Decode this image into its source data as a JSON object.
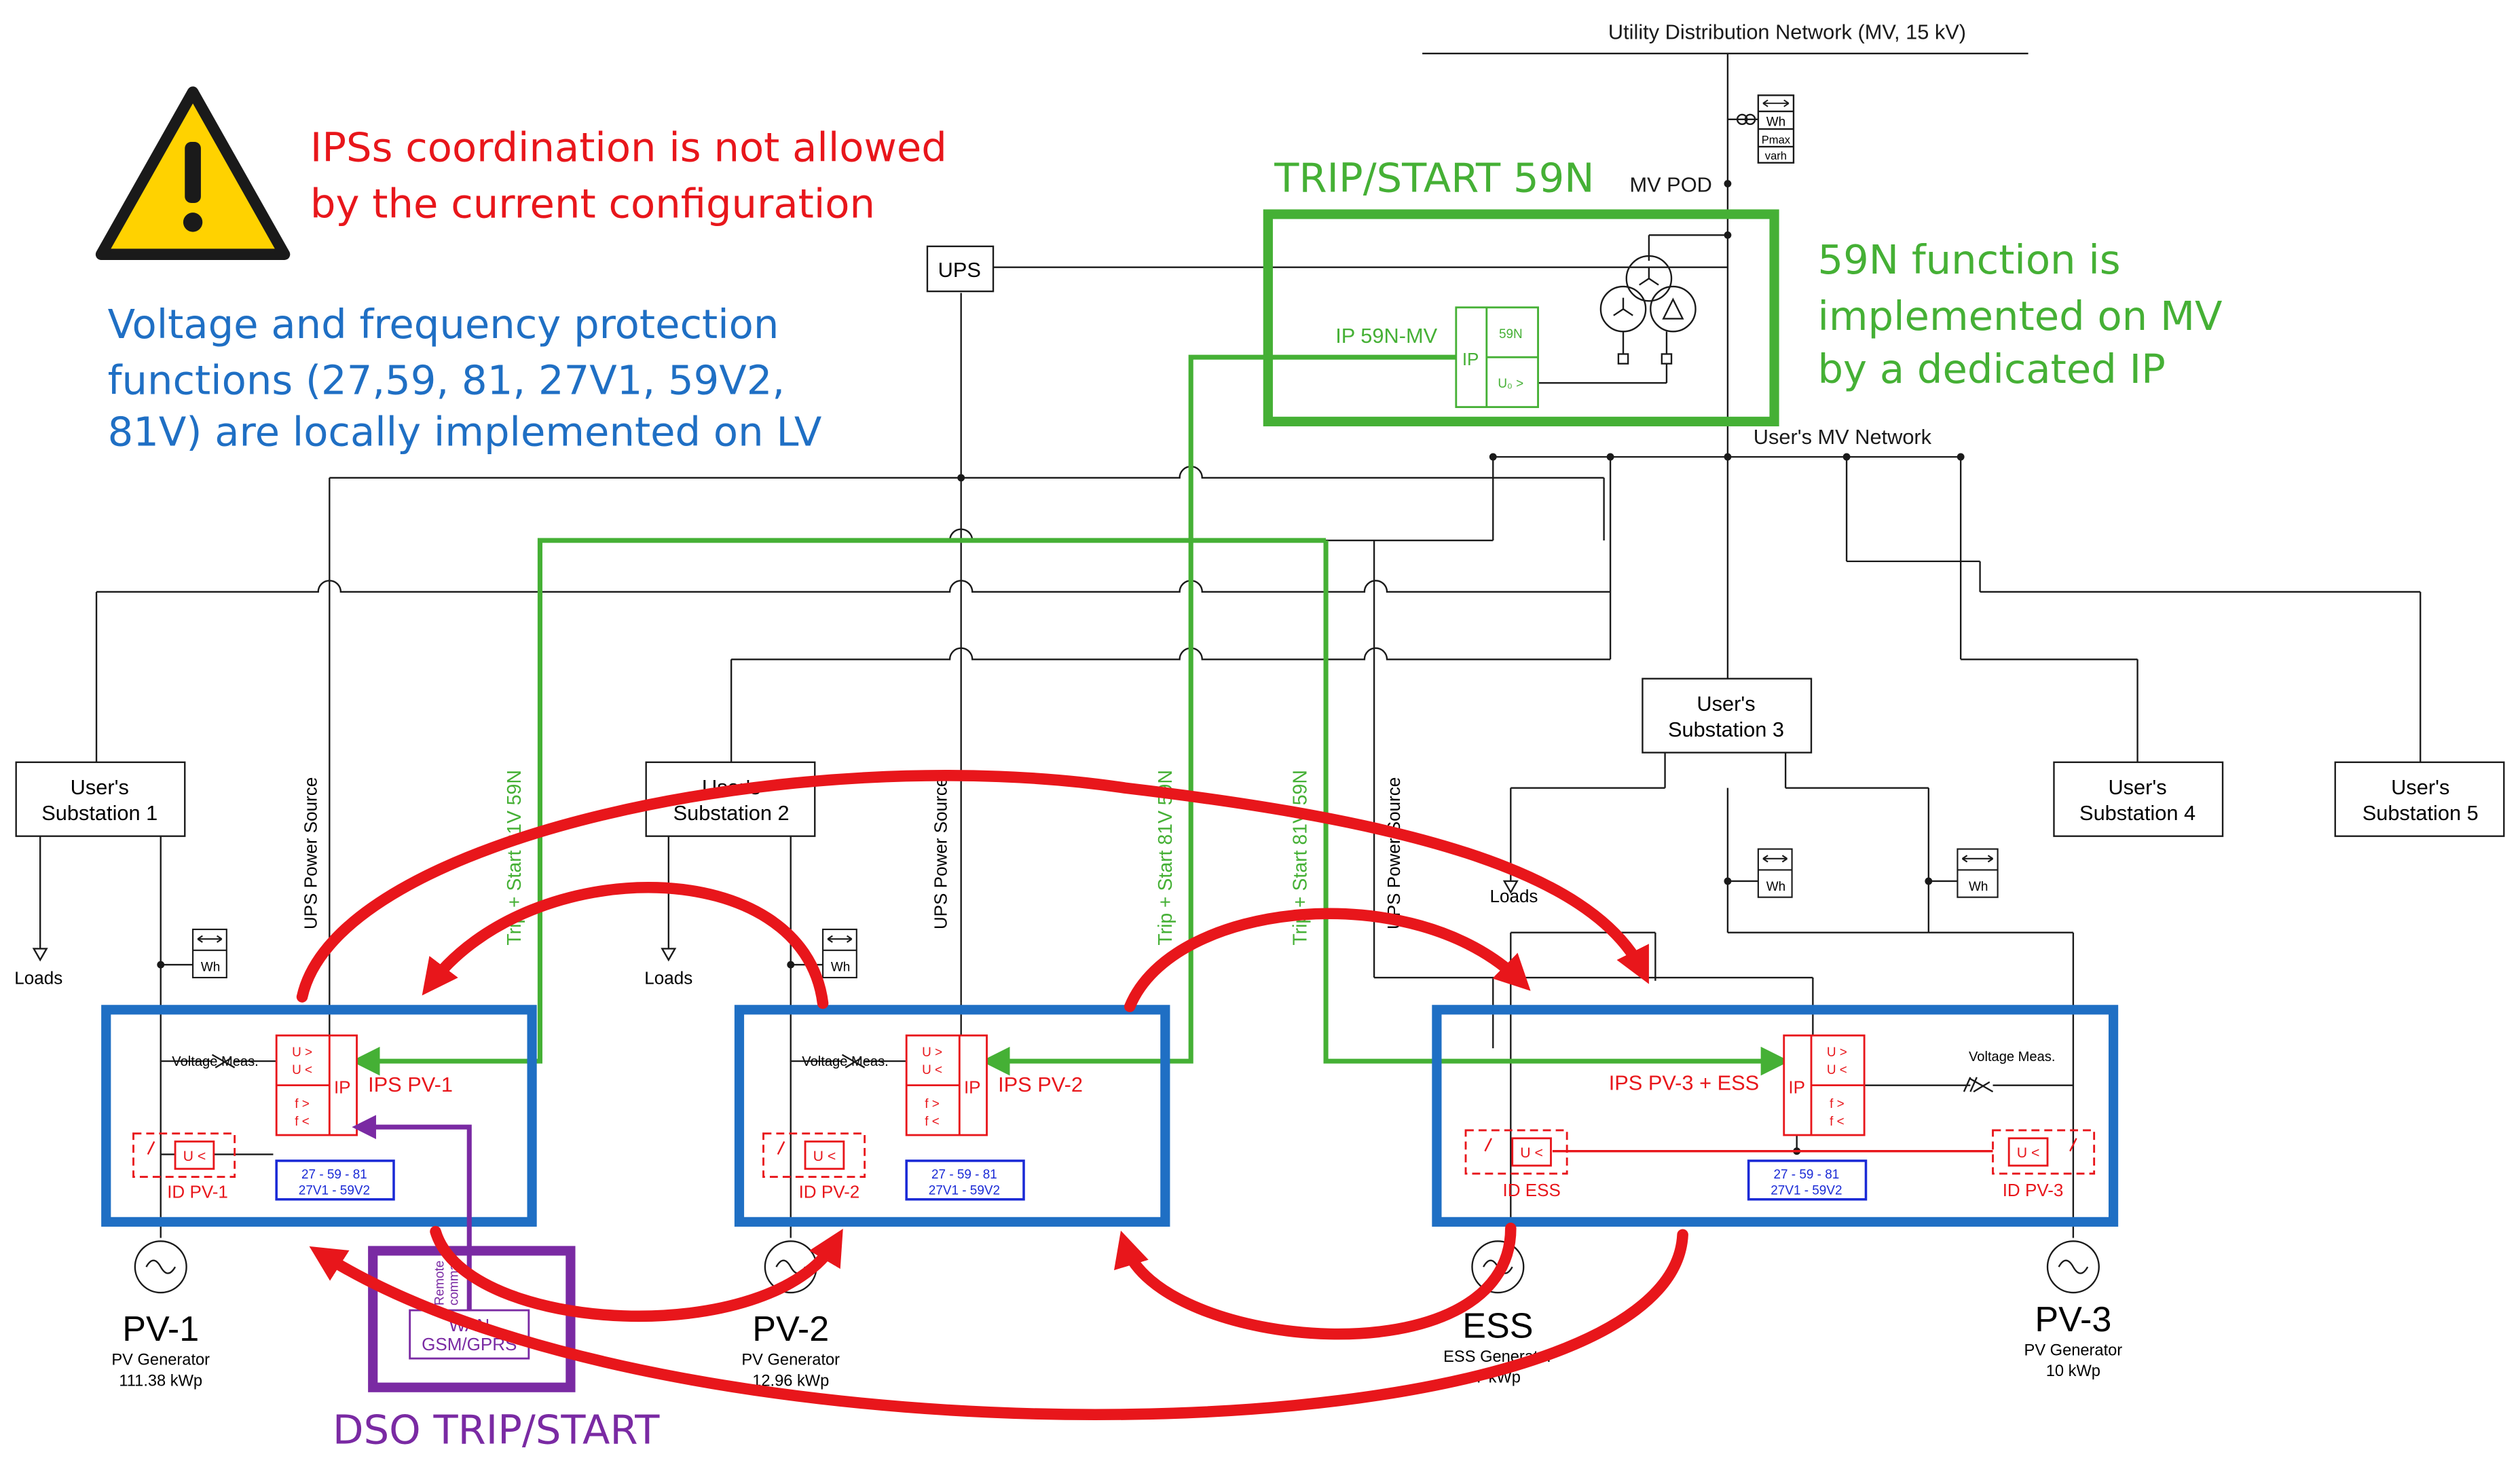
{
  "colors": {
    "line": "#1a1a1a",
    "red": "#e8161b",
    "green": "#45b035",
    "blue": "#1f6fc4",
    "navy": "#1a2ad6",
    "purple": "#7a2aa3",
    "warning_yellow": "#ffd200"
  },
  "grid": {
    "network_label": "Utility Distribution Network (MV, 15 kV)",
    "mv_pod_label": "MV POD",
    "meter_rows": [
      "Wh",
      "Pmax",
      "varh"
    ],
    "users_mv_network_label": "User's MV Network",
    "ups_label": "UPS"
  },
  "warning": {
    "icon": "warning-triangle-icon",
    "line1": "IPSs coordination is not allowed",
    "line2": "by the current configuration"
  },
  "note_blue": {
    "line1": "Voltage and frequency protection",
    "line2": "functions (27,59, 81, 27V1, 59V2,",
    "line3": "81V) are locally implemented on LV"
  },
  "mv_protection": {
    "title": "TRIP/START 59N",
    "ip_name": "IP 59N-MV",
    "ip_letters": "IP",
    "ip_func1": "59N",
    "ip_func2": "U₀ >",
    "note_line1": "59N function is",
    "note_line2": "implemented on MV",
    "note_line3": "by a dedicated IP"
  },
  "substations": [
    {
      "line1": "User's",
      "line2": "Substation 1"
    },
    {
      "line1": "User's",
      "line2": "Substation 2"
    },
    {
      "line1": "User's",
      "line2": "Substation 3"
    },
    {
      "line1": "User's",
      "line2": "Substation 4"
    },
    {
      "line1": "User's",
      "line2": "Substation 5"
    }
  ],
  "common": {
    "loads": "Loads",
    "wh": "Wh",
    "ups_power_source": "UPS Power Source",
    "voltage_meas": "Voltage Meas.",
    "relay_u_high": "U >",
    "relay_u_low": "U <",
    "relay_f_high": "f >",
    "relay_f_low": "f <",
    "ip_letters": "IP",
    "functions_line1": "27 - 59 - 81",
    "functions_line2": "27V1 - 59V2",
    "id_relay": "U <",
    "trip_start_signal": "Trip + Start 81V 59N"
  },
  "plants": [
    {
      "ips": "IPS PV-1",
      "id": "ID PV-1",
      "name": "PV-1",
      "type": "PV Generator",
      "power": "111.38 kWp"
    },
    {
      "ips": "IPS PV-2",
      "id": "ID PV-2",
      "name": "PV-2",
      "type": "PV Generator",
      "power": "12.96 kWp"
    },
    {
      "ips": "IPS PV-3 + ESS",
      "id_ess": "ID ESS",
      "id_pv3": "ID PV-3",
      "ess_name": "ESS",
      "ess_type": "ESS Generator",
      "ess_power": "7 kWp",
      "pv3_name": "PV-3",
      "pv3_type": "PV Generator",
      "pv3_power": "10 kWp"
    }
  ],
  "dso": {
    "remote_label1": "Remote",
    "remote_label2": "command",
    "wan_line1": "WAN",
    "wan_line2": "GSM/GPRS",
    "title": "DSO TRIP/START"
  }
}
